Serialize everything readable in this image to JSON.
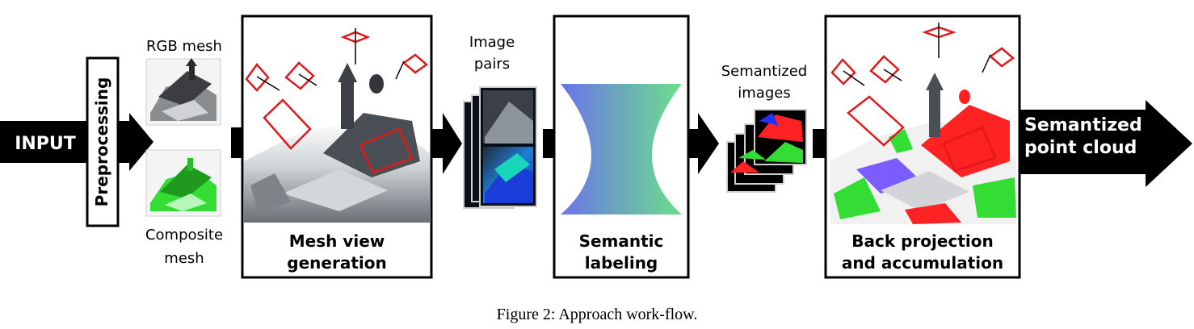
{
  "input_label": "INPUT",
  "preprocessing_label": "Preprocessing",
  "rgb_mesh_label": "RGB mesh",
  "composite_mesh_label": [
    "Composite",
    "mesh"
  ],
  "mesh_view_label": [
    "Mesh view",
    "generation"
  ],
  "image_pairs_label": [
    "Image",
    "pairs"
  ],
  "semantic_labeling_label": [
    "Semantic",
    "labeling"
  ],
  "semantized_images_label": [
    "Semantized",
    "images"
  ],
  "back_projection_label": [
    "Back projection",
    "and accumulation"
  ],
  "output_label": [
    "Semantized",
    "point cloud"
  ],
  "caption": "Figure 2: Approach work-flow.",
  "colors": {
    "arrow": "#000000",
    "camera_frame": "#e0191b",
    "funnel_left": "#6b73ea",
    "funnel_right": "#6be08a",
    "semantic_red": "#ff2222",
    "semantic_green": "#33dd33",
    "semantic_blue": "#2233ff"
  }
}
